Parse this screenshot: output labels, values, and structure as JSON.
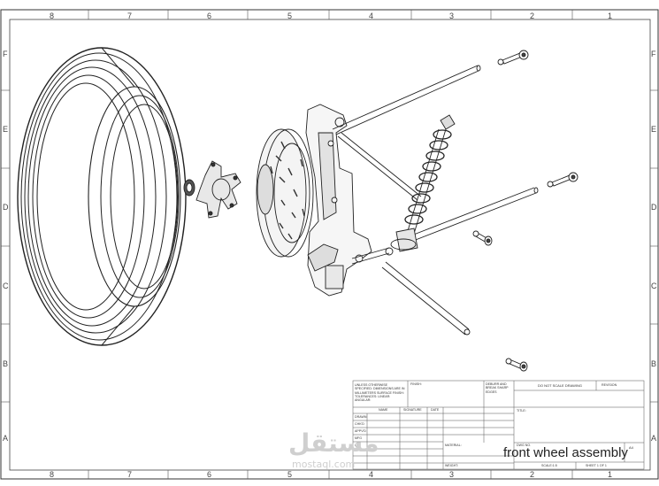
{
  "border": {
    "top_zones": [
      "8",
      "7",
      "6",
      "5",
      "4",
      "3",
      "2",
      "1"
    ],
    "bottom_zones": [
      "8",
      "7",
      "6",
      "5",
      "4",
      "3",
      "2",
      "1"
    ],
    "left_zones": [
      "F",
      "E",
      "D",
      "C",
      "B",
      "A"
    ],
    "right_zones": [
      "F",
      "E",
      "D",
      "C",
      "B",
      "A"
    ]
  },
  "title_block": {
    "tolerance_note": "UNLESS OTHERWISE SPECIFIED: DIMENSIONS ARE IN MILLIMETERS SURFACE FINISH: TOLERANCES: LINEAR: ANGULAR:",
    "finish_label": "FINISH:",
    "deburr_note": "DEBURR AND BREAK SHARP EDGES",
    "do_not_scale": "DO NOT SCALE DRAWING",
    "revision_label": "REVISION",
    "col_name": "NAME",
    "col_signature": "SIGNATURE",
    "col_date": "DATE",
    "title_label": "TITLE:",
    "rows": [
      "DRAWN",
      "CHK'D",
      "APPV'D",
      "MFG",
      "Q.A"
    ],
    "material_label": "MATERIAL:",
    "dwg_no_label": "DWG NO.",
    "drawing_title": "front wheel assembly",
    "weight_label": "WEIGHT:",
    "scale_label": "SCALE:1:5",
    "sheet_label": "SHEET 1 OF 1",
    "size_label": "A4"
  },
  "watermark": {
    "arabic": "مستقل",
    "latin": "mostaql.com"
  }
}
